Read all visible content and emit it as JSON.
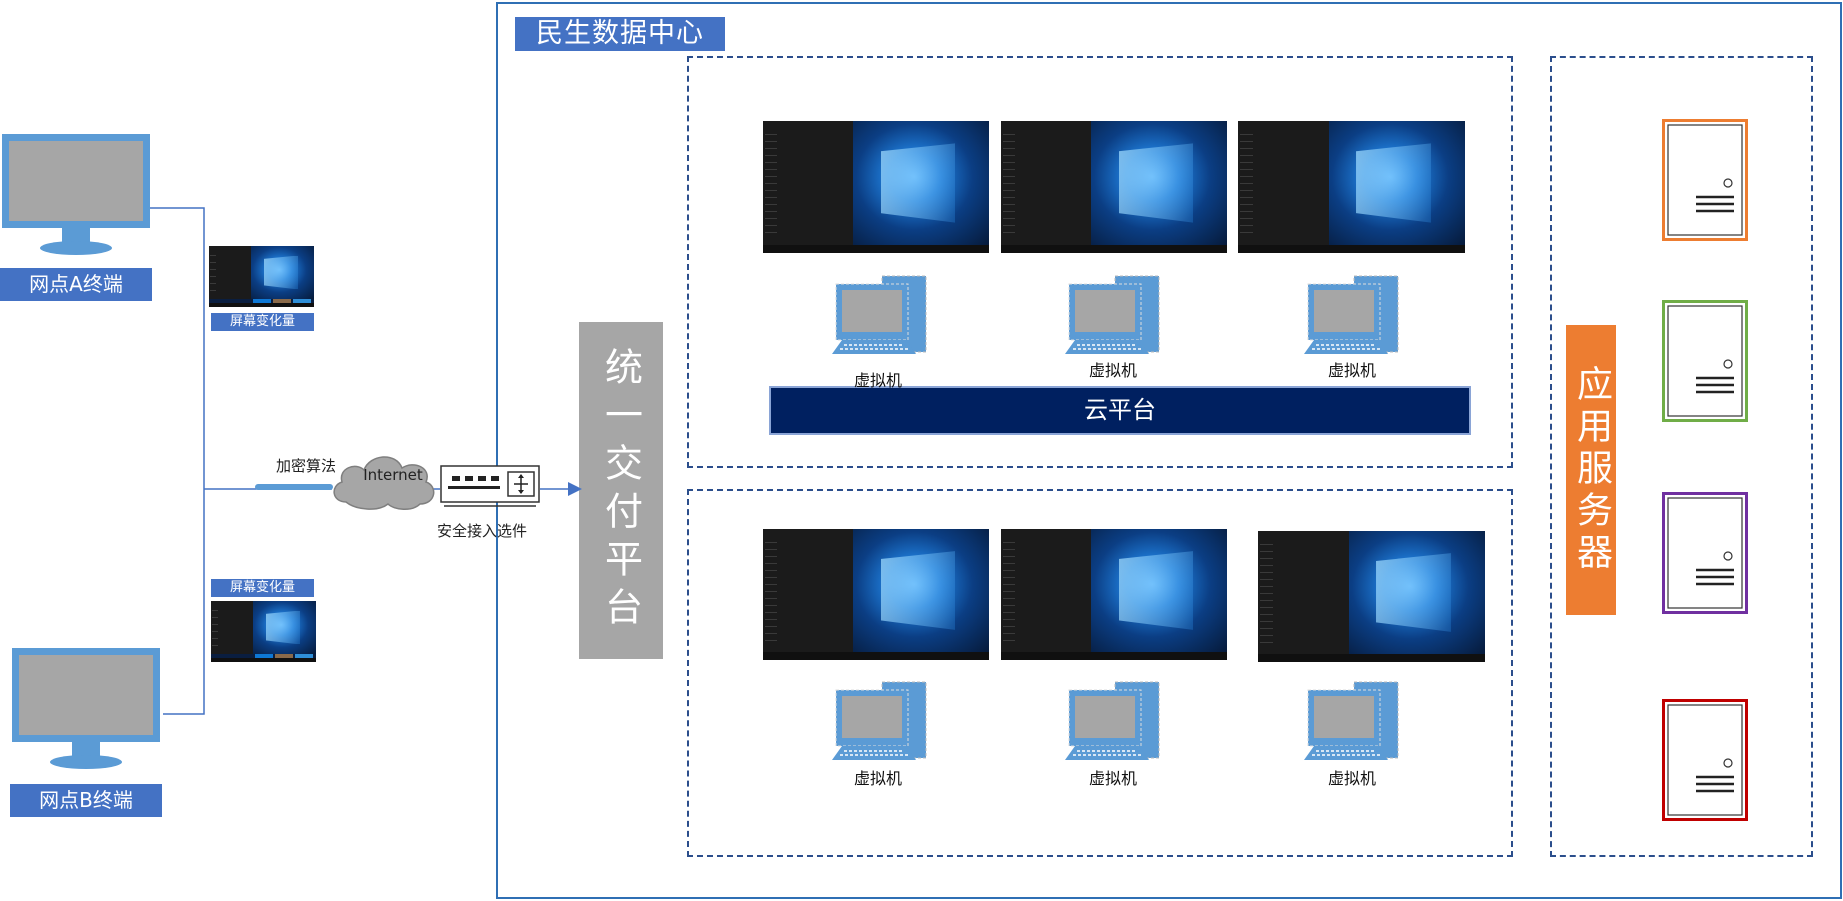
{
  "data_center": {
    "title": "民生数据中心",
    "unified_platform": "统一交付平台",
    "cloud_platform": "云平台",
    "app_servers_label": "应用服务器",
    "vm_label": "虚拟机"
  },
  "terminals": {
    "a_label": "网点A终端",
    "b_label": "网点B终端",
    "screen_change_label": "屏幕变化量"
  },
  "network": {
    "encryption_label": "加密算法",
    "internet_label": "Internet",
    "gateway_label": "安全接入选件"
  },
  "colors": {
    "frame_blue": "#2f6fb4",
    "label_blue": "#4472c4",
    "cloud_navy": "#002060",
    "platform_gray": "#a6a6a6",
    "app_orange": "#ed7d31",
    "server_borders": [
      "#ed7d31",
      "#70ad47",
      "#7030a0",
      "#c00000"
    ]
  }
}
